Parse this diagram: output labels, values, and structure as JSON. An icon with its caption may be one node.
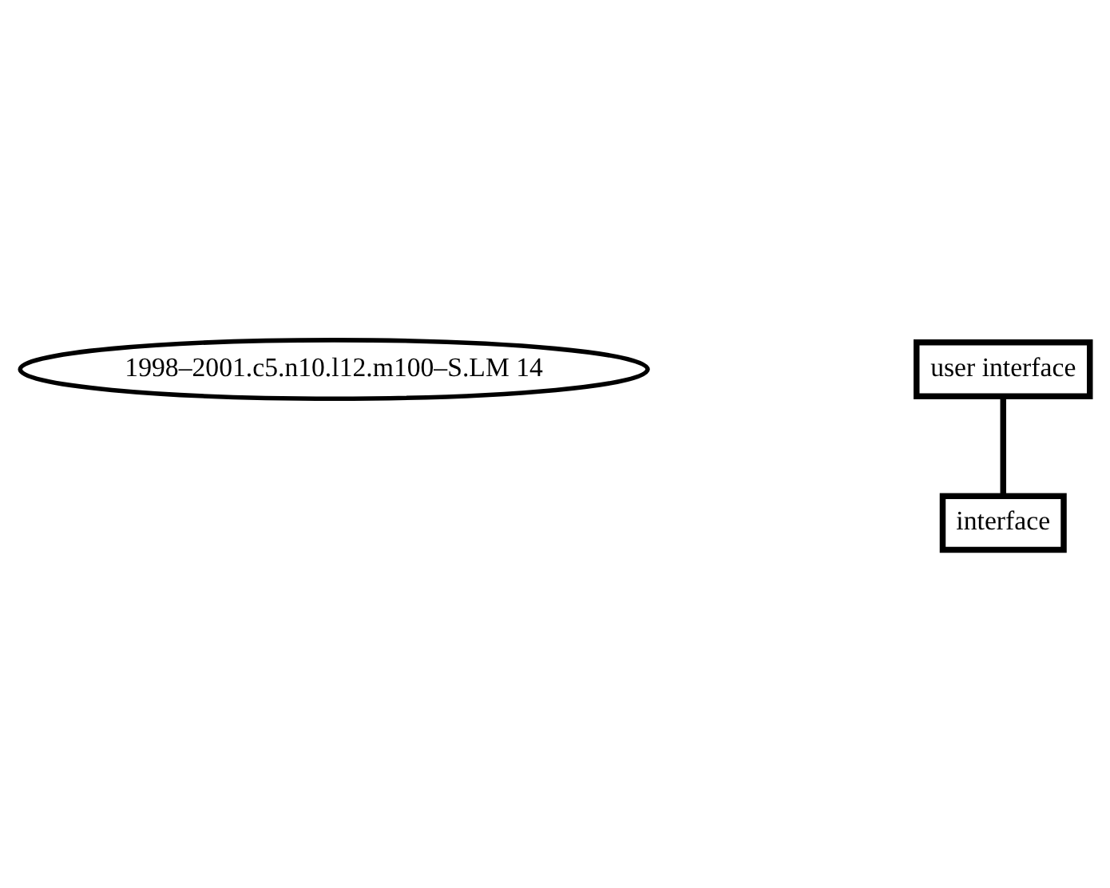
{
  "diagram": {
    "nodes": [
      {
        "text": [
          "1998–2001.c5.n10.l12.m100–S.LM 14"
        ]
      },
      {
        "text": [
          "user interface"
        ]
      },
      {
        "text": [
          "interface"
        ]
      }
    ],
    "edges": [
      {
        "from": 1,
        "to": 2,
        "arrow": "none"
      }
    ]
  }
}
